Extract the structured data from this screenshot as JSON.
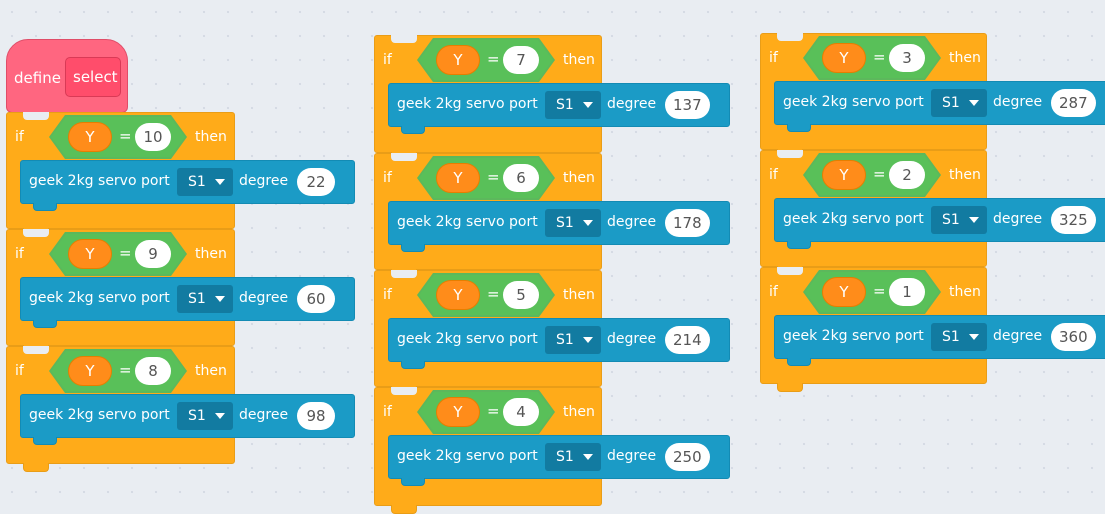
{
  "define": {
    "keyword": "define",
    "name": "select"
  },
  "labels": {
    "if": "if",
    "then": "then",
    "eq": "=",
    "var": "Y",
    "servo": "geek 2kg servo port",
    "port": "S1",
    "degree": "degree"
  },
  "blocks": [
    {
      "y_value": "10",
      "degree": "22"
    },
    {
      "y_value": "9",
      "degree": "60"
    },
    {
      "y_value": "8",
      "degree": "98"
    },
    {
      "y_value": "7",
      "degree": "137"
    },
    {
      "y_value": "6",
      "degree": "178"
    },
    {
      "y_value": "5",
      "degree": "214"
    },
    {
      "y_value": "4",
      "degree": "250"
    },
    {
      "y_value": "3",
      "degree": "287"
    },
    {
      "y_value": "2",
      "degree": "325"
    },
    {
      "y_value": "1",
      "degree": "360"
    }
  ],
  "colors": {
    "define": "#ff6680",
    "control": "#ffab19",
    "operator": "#59c059",
    "variable": "#ff8c1a",
    "servo": "#1b9bc6",
    "canvas": "#e9edf2"
  }
}
